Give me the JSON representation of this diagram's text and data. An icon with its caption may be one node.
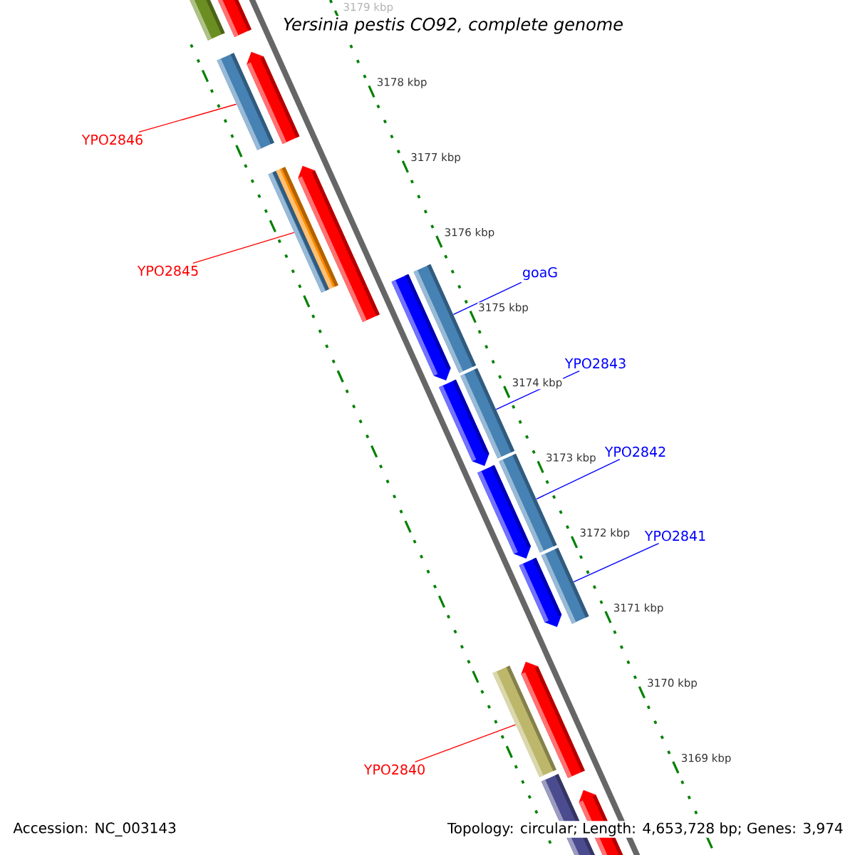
{
  "diagram": {
    "title": "Yersinia pestis CO92, complete genome",
    "nodes": [
      {
        "text": [
          "YPO2846"
        ]
      },
      {
        "text": [],
        "shape": "bar"
      },
      {
        "text": [
          "YPO2845"
        ]
      },
      {
        "text": [],
        "shape": "bar"
      },
      {
        "text": [
          "goaG"
        ]
      },
      {
        "text": [],
        "shape": "bar"
      },
      {
        "text": [
          "YPO2843"
        ]
      },
      {
        "text": [],
        "shape": "bar"
      },
      {
        "text": [
          "YPO2842"
        ]
      },
      {
        "text": [],
        "shape": "bar"
      },
      {
        "text": [
          "YPO2841"
        ]
      },
      {
        "text": [],
        "shape": "bar"
      },
      {
        "text": [
          "YPO2840"
        ]
      },
      {
        "text": [],
        "shape": "bar"
      }
    ],
    "edges": [
      {
        "from": 0,
        "to": 1,
        "arrow": "none",
        "color": "#ff0000"
      },
      {
        "from": 2,
        "to": 3,
        "arrow": "none",
        "color": "#ff0000"
      },
      {
        "from": 4,
        "to": 5,
        "arrow": "none",
        "color": "#0000ff"
      },
      {
        "from": 6,
        "to": 7,
        "arrow": "none",
        "color": "#0000ff"
      },
      {
        "from": 8,
        "to": 9,
        "arrow": "none",
        "color": "#0000ff"
      },
      {
        "from": 10,
        "to": 11,
        "arrow": "none",
        "color": "#0000ff"
      },
      {
        "from": 12,
        "to": 13,
        "arrow": "none",
        "color": "#ff0000"
      }
    ],
    "labels": [
      "3179 kbp",
      "3178 kbp",
      "3177 kbp",
      "3176 kbp",
      "3175 kbp",
      "3174 kbp",
      "3173 kbp",
      "3172 kbp",
      "3171 kbp",
      "3170 kbp",
      "3169 kbp",
      "Accession: NC_003143",
      "Topology: circular; Length: 4,653,728 bp; Genes: 3,974"
    ]
  }
}
